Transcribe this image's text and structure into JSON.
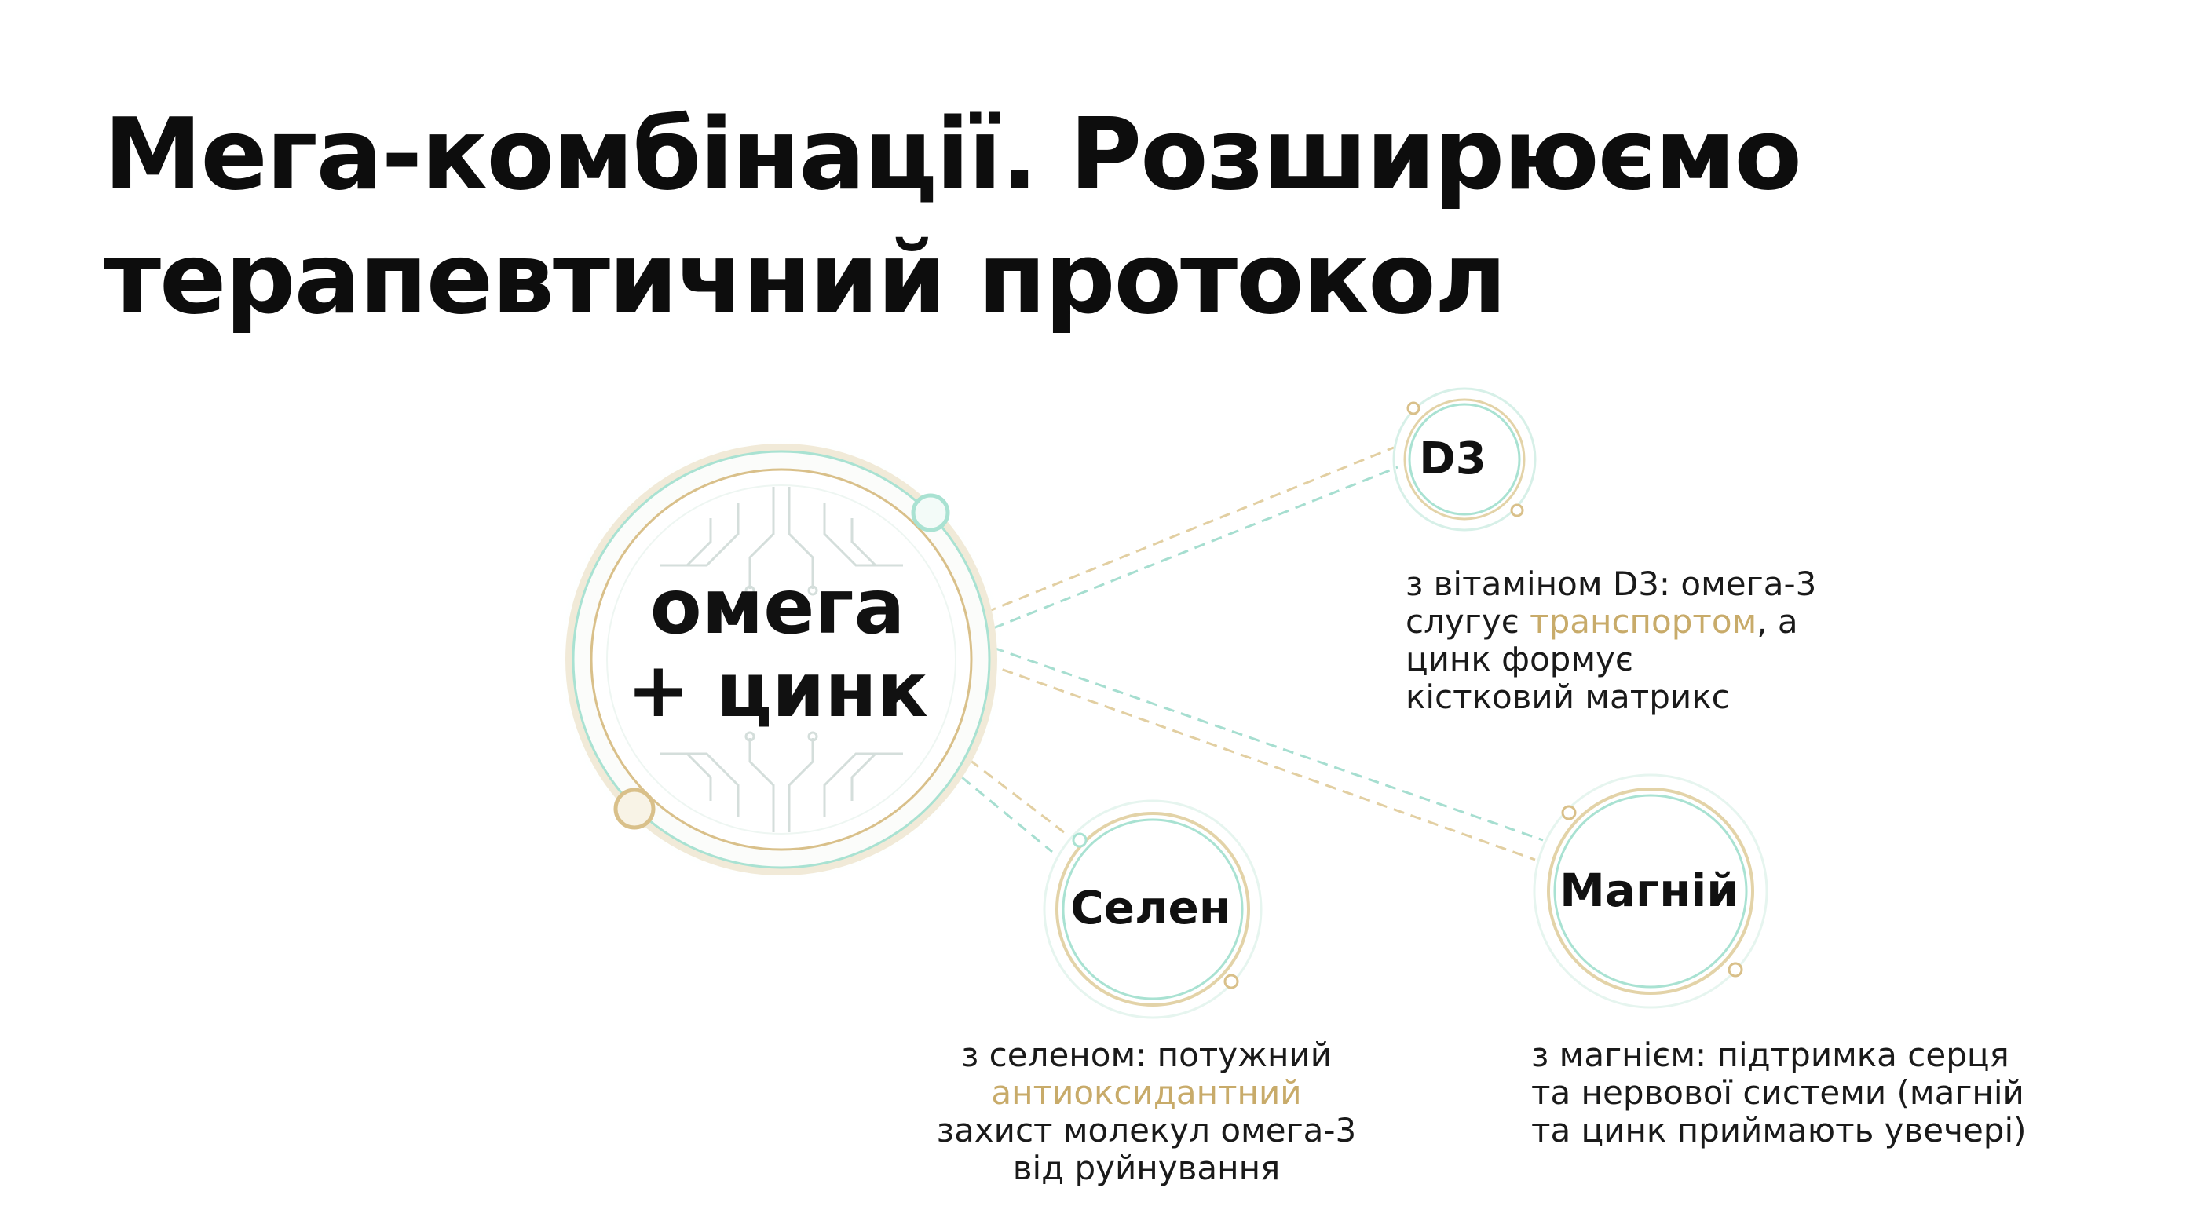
{
  "title": {
    "line1": "Мега-комбінації. Розширюємо",
    "line2": "терапевтичний протокол"
  },
  "center": {
    "line1": "омега",
    "line2": "+ цинк"
  },
  "nodes": {
    "d3": {
      "label": "D3",
      "desc_l1": "з вітаміном D3: омега-3",
      "desc_l2_a": "слугує ",
      "desc_l2_accent": "транспортом",
      "desc_l2_b": ", а",
      "desc_l3": "цинк формує",
      "desc_l4": "кістковий матрикс"
    },
    "selen": {
      "label": "Селен",
      "desc_l1": "з селеном: потужний",
      "desc_l2_accent": "антиоксидантний",
      "desc_l3": "захист молекул омега-3",
      "desc_l4": "від руйнування"
    },
    "magniy": {
      "label": "Магній",
      "desc_l1": "з магнієм: підтримка серця",
      "desc_l2": "та нервової системи (магній",
      "desc_l3": "та цинк приймають увечері)"
    }
  },
  "colors": {
    "mint": "#9fdcc8",
    "gold": "#d9c08a",
    "accent_text": "#c8ab6a"
  }
}
